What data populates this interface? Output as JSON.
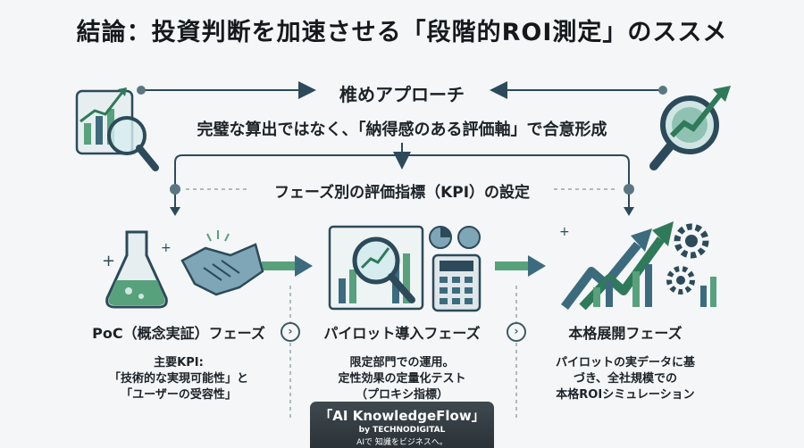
{
  "title": "結論：投資判断を加速させる「段階的ROI測定」のススメ",
  "approach": {
    "title": "椎めアプローチ",
    "description": "完璧な算出ではなく、「納得感のある評価軸」で合意形成"
  },
  "kpi_setting": "フェーズ別の評価指標（KPI）の設定",
  "phases": [
    {
      "name": "PoC（概念実証）フェーズ",
      "lines": [
        "主要KPI:",
        "「技術的な実現可能性」と",
        "「ユーザーの受容性」"
      ]
    },
    {
      "name": "パイロット導入フェーズ",
      "lines": [
        "限定部門での運用。",
        "定性効果の定量化テスト",
        "（プロキシ指標）"
      ]
    },
    {
      "name": "本格展開フェーズ",
      "lines": [
        "パイロットの実データに基",
        "づき、全社規模での",
        "本格ROIシミュレーション"
      ]
    }
  ],
  "badge": {
    "name": "「AI KnowledgeFlow」",
    "by": "by TECHNODIGITAL",
    "tagline": "AIで 知識をビジネスへ。"
  },
  "icons": {
    "left_top": "magnifier-growth-chart-icon",
    "right_top": "magnifier-growth-chart-icon",
    "phase1": "flask-handshake-icon",
    "phase2": "chart-magnifier-calculator-icon",
    "phase3": "growth-arrows-gears-icon",
    "step": "chevron-right-circle-icon"
  },
  "colors": {
    "accent": "#2f7a5a",
    "navy": "#2c4a5a",
    "dark": "#15191d"
  }
}
